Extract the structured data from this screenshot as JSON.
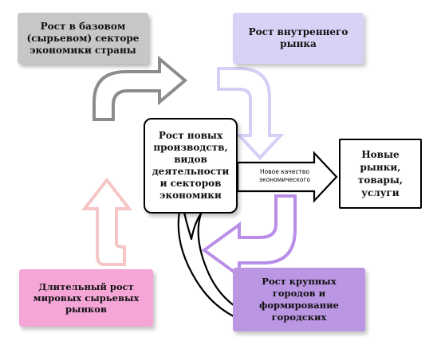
{
  "nodes": {
    "base_sector": "Рост в базовом\n(сырьевом) секторе\nэкономики страны",
    "domestic_market": "Рост внутреннего\nрынка",
    "new_industries": "Рост новых\nпроизводств,\nвидов\nдеятельности\nи секторов\nэкономики",
    "new_markets": "Новые\nрынки,\nтовары,\nуслуги",
    "world_markets": "Длительный рост\nмировых сырьевых\nрынков",
    "big_cities": "Рост крупных\nгородов и\nформирование\nгородских"
  },
  "arrow_label": "Новое качество\nэкономического",
  "colors": {
    "base_sector": "#c9c6c6",
    "domestic_market": "#d7d2f6",
    "world_markets": "#f5a6d7",
    "big_cities": "#bb96e3",
    "arrow_gray": "#8c8c8c",
    "arrow_lavender": "#d4cff5",
    "arrow_violet": "#b98ee8",
    "arrow_pink": "#f6c6c6",
    "arrow_black": "#000000"
  }
}
